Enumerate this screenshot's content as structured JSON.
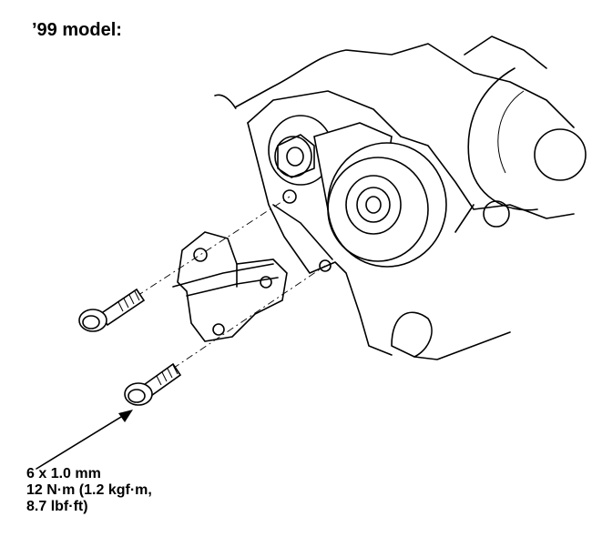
{
  "title": "’99 model:",
  "bolt_spec": {
    "size": "6 x 1.0 mm",
    "torque_line1": "12 N·m (1.2 kgf·m,",
    "torque_line2": "8.7 lbf·ft)"
  }
}
